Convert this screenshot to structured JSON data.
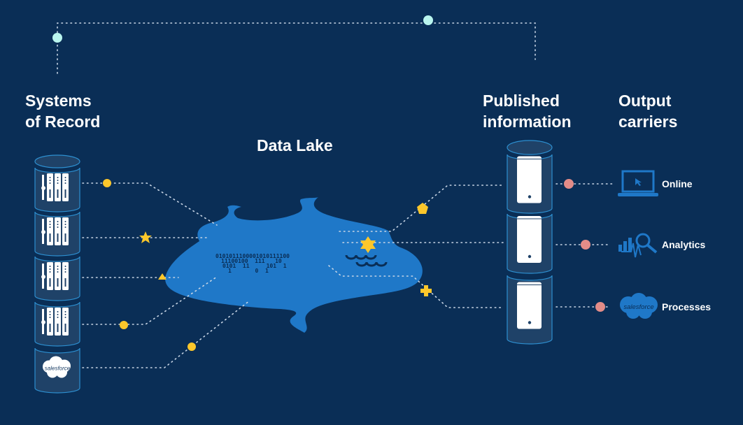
{
  "headings": {
    "systems_of_record": "Systems\nof Record",
    "data_lake": "Data Lake",
    "published_information": "Published\ninformation",
    "output_carriers": "Output\ncarriers"
  },
  "source_systems": [
    {
      "icon": "server-rack-icon"
    },
    {
      "icon": "server-rack-icon"
    },
    {
      "icon": "server-rack-icon"
    },
    {
      "icon": "server-rack-icon"
    },
    {
      "icon": "salesforce-cloud-icon",
      "label": "salesforce"
    }
  ],
  "data_lake": {
    "binary_lines": [
      "0101011100001010111100",
      "11100100  111   10",
      "0101  11     101  1",
      "1       0  1"
    ]
  },
  "published_servers": 3,
  "output_carriers": [
    {
      "label": "Online",
      "icon": "laptop-cursor-icon"
    },
    {
      "label": "Analytics",
      "icon": "analytics-magnifier-icon"
    },
    {
      "label": "Processes",
      "icon": "salesforce-cloud-icon",
      "icon_text": "salesforce"
    }
  ],
  "colors": {
    "background": "#0a2e56",
    "lake": "#1f78c8",
    "marker_yellow": "#fcc72b",
    "marker_pink": "#e38c88",
    "node_cyan": "#b9f5ee",
    "icon_blue": "#1f78c8"
  }
}
